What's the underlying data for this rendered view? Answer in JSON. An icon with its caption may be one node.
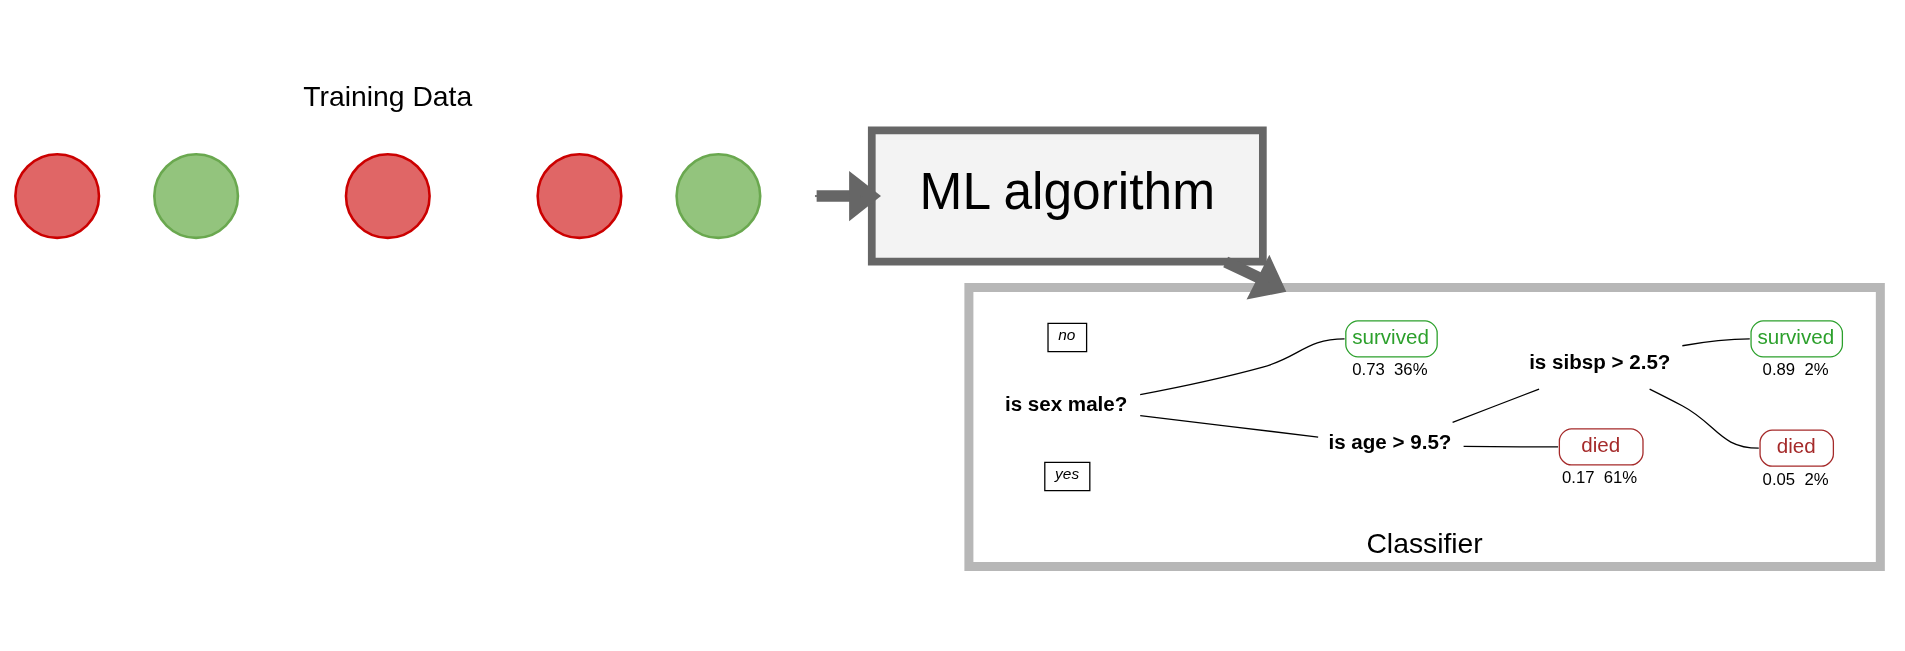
{
  "diagram": {
    "nodes": [
      {
        "text": [],
        "shape": "circle"
      },
      {
        "text": [],
        "shape": "circle"
      },
      {
        "text": [],
        "shape": "circle"
      },
      {
        "text": [],
        "shape": "circle"
      },
      {
        "text": [],
        "shape": "circle"
      },
      {
        "text": [
          "ML algorithm"
        ]
      },
      {
        "text": [
          "Classifier"
        ]
      },
      {
        "text": [
          "yes"
        ],
        "in": 6
      },
      {
        "text": [
          "is sex male?"
        ],
        "in": 6
      },
      {
        "text": [
          "no"
        ],
        "in": 6
      },
      {
        "text": [
          "is age > 9.5?"
        ],
        "in": 6
      },
      {
        "text": [
          "survived"
        ],
        "in": 6,
        "beside": [
          "0.73  36%"
        ]
      },
      {
        "text": [
          "died"
        ],
        "in": 6,
        "beside": [
          "0.17  61%"
        ]
      },
      {
        "text": [
          "is sibsp > 2.5?"
        ],
        "in": 6
      },
      {
        "text": [
          "died"
        ],
        "in": 6,
        "beside": [
          "0.05  2%"
        ]
      },
      {
        "text": [
          "survived"
        ],
        "in": 6,
        "beside": [
          "0.89  2%"
        ]
      }
    ],
    "edges": [
      {
        "from": null,
        "to": 5,
        "arrow": "to",
        "style": "thick",
        "color": "#666666"
      },
      {
        "from": 5,
        "to": 6,
        "arrow": "to",
        "style": "thick",
        "color": "#666666"
      },
      {
        "from": 8,
        "to": 10,
        "arrow": "none"
      },
      {
        "from": 8,
        "to": 11,
        "arrow": "none"
      },
      {
        "from": 10,
        "to": 12,
        "arrow": "none"
      },
      {
        "from": 10,
        "to": 13,
        "arrow": "none"
      },
      {
        "from": 13,
        "to": 14,
        "arrow": "none"
      },
      {
        "from": 13,
        "to": 15,
        "arrow": "none"
      }
    ],
    "labels": [
      "Training Data"
    ]
  }
}
